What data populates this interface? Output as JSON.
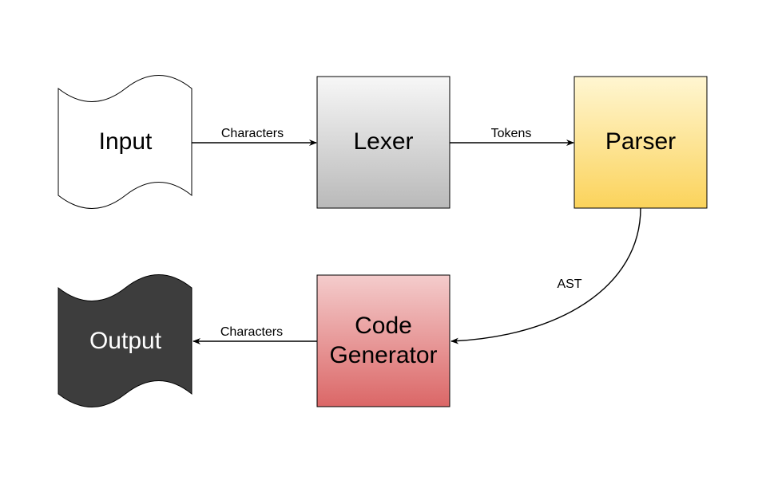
{
  "nodes": {
    "input": {
      "label": "Input",
      "shape": "tape",
      "fill": "#ffffff",
      "text_color": "#000000"
    },
    "lexer": {
      "label": "Lexer",
      "shape": "rectangle",
      "gradient": [
        "#f7f7f7",
        "#b9b9b9"
      ],
      "text_color": "#000000"
    },
    "parser": {
      "label": "Parser",
      "shape": "rectangle",
      "gradient": [
        "#fff6d2",
        "#fbd35b"
      ],
      "text_color": "#000000"
    },
    "code_generator": {
      "label_line1": "Code",
      "label_line2": "Generator",
      "shape": "rectangle",
      "gradient": [
        "#f4cccc",
        "#db6767"
      ],
      "text_color": "#000000"
    },
    "output": {
      "label": "Output",
      "shape": "tape",
      "fill": "#3d3d3d",
      "text_color": "#ffffff"
    }
  },
  "edges": {
    "input_to_lexer": {
      "label": "Characters"
    },
    "lexer_to_parser": {
      "label": "Tokens"
    },
    "parser_to_code_generator": {
      "label": "AST"
    },
    "code_generator_to_output": {
      "label": "Characters"
    }
  }
}
